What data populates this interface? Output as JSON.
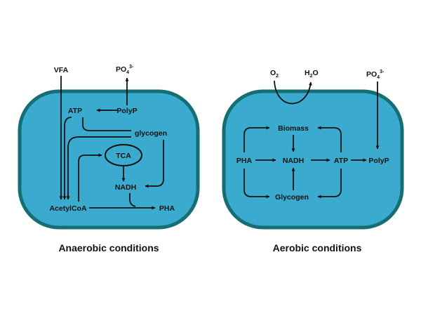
{
  "colors": {
    "cell_fill": "#3aabcf",
    "cell_border": "#156e74",
    "ink": "#111111"
  },
  "anaerobic": {
    "caption": "Anaerobic conditions",
    "vfa": "VFA",
    "po4_base": "PO",
    "po4_sub": "4",
    "po4_sup": "3-",
    "atp": "ATP",
    "polyp": "PolyP",
    "glycogen": "glycogen",
    "tca": "TCA",
    "nadh": "NADH",
    "acetylcoa": "AcetylCoA",
    "pha": "PHA"
  },
  "aerobic": {
    "caption": "Aerobic conditions",
    "o2_base": "O",
    "o2_sub": "2",
    "h2o_h": "H",
    "h2o_sub": "2",
    "h2o_o": "O",
    "po4_base": "PO",
    "po4_sub": "4",
    "po4_sup": "3-",
    "biomass": "Biomass",
    "pha": "PHA",
    "nadh": "NADH",
    "atp": "ATP",
    "polyp": "PolyP",
    "glycogen": "Glycogen"
  }
}
